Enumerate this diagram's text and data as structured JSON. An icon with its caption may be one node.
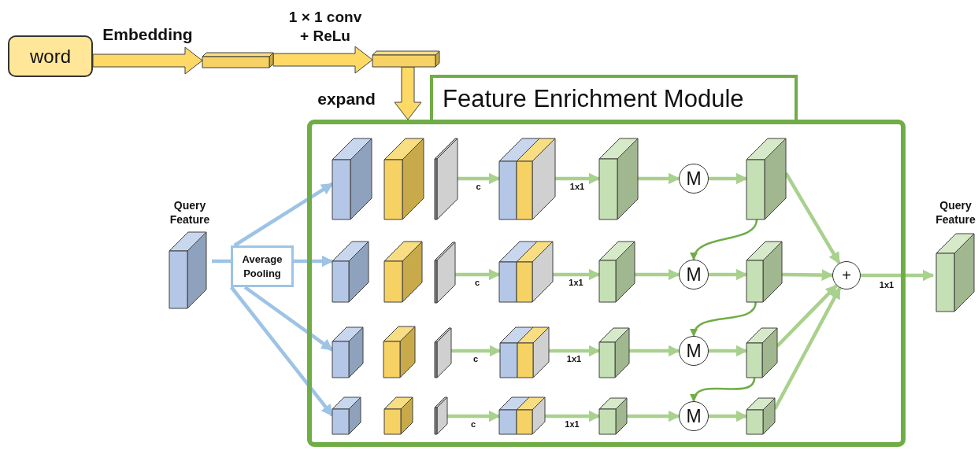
{
  "diagram": {
    "nodes": [
      {
        "text": [
          "word"
        ]
      },
      {
        "text": [],
        "shape": "bar"
      },
      {
        "text": [],
        "shape": "bar"
      },
      {
        "text": [
          "Feature Enrichment Module"
        ]
      },
      {
        "text": [
          "Query Feature"
        ]
      },
      {
        "text": [
          "Average Pooling"
        ]
      },
      {
        "text": [],
        "shape": "box",
        "in": 3
      },
      {
        "text": [],
        "shape": "box",
        "in": 3
      },
      {
        "text": [],
        "shape": "box",
        "in": 3
      },
      {
        "text": [],
        "shape": "box",
        "in": 3
      },
      {
        "text": [],
        "shape": "box",
        "in": 3
      },
      {
        "text": [
          "M"
        ],
        "in": 3
      },
      {
        "text": [],
        "shape": "box",
        "in": 3
      },
      {
        "text": [],
        "shape": "box",
        "in": 3
      },
      {
        "text": [],
        "shape": "box",
        "in": 3
      },
      {
        "text": [],
        "shape": "box",
        "in": 3
      },
      {
        "text": [],
        "shape": "box",
        "in": 3
      },
      {
        "text": [],
        "shape": "box",
        "in": 3
      },
      {
        "text": [
          "M"
        ],
        "in": 3
      },
      {
        "text": [],
        "shape": "box",
        "in": 3
      },
      {
        "text": [],
        "shape": "box",
        "in": 3
      },
      {
        "text": [],
        "shape": "box",
        "in": 3
      },
      {
        "text": [],
        "shape": "box",
        "in": 3
      },
      {
        "text": [],
        "shape": "box",
        "in": 3
      },
      {
        "text": [],
        "shape": "box",
        "in": 3
      },
      {
        "text": [
          "M"
        ],
        "in": 3
      },
      {
        "text": [],
        "shape": "box",
        "in": 3
      },
      {
        "text": [],
        "shape": "box",
        "in": 3
      },
      {
        "text": [],
        "shape": "box",
        "in": 3
      },
      {
        "text": [],
        "shape": "box",
        "in": 3
      },
      {
        "text": [],
        "shape": "box",
        "in": 3
      },
      {
        "text": [],
        "shape": "box",
        "in": 3
      },
      {
        "text": [
          "M"
        ],
        "in": 3
      },
      {
        "text": [],
        "shape": "box",
        "in": 3
      },
      {
        "text": [
          "+"
        ],
        "in": 3
      },
      {
        "text": [
          "Query Feature"
        ]
      }
    ],
    "edges": [
      {
        "from": 0,
        "to": 1,
        "arrow": "to",
        "label": "Embedding",
        "style": "thick",
        "color": "#ffd966"
      },
      {
        "from": 1,
        "to": 2,
        "arrow": "to",
        "label": "1 × 1 conv + ReLu",
        "style": "thick",
        "color": "#ffd966"
      },
      {
        "from": 2,
        "to": 3,
        "arrow": "to",
        "label": "expand",
        "style": "thick",
        "color": "#ffd966"
      },
      {
        "from": 4,
        "to": 5,
        "arrow": "none",
        "color": "#9dc3e6"
      },
      {
        "from": 5,
        "to": 6,
        "arrow": "to",
        "color": "#9dc3e6"
      },
      {
        "from": 5,
        "to": 13,
        "arrow": "to",
        "color": "#9dc3e6"
      },
      {
        "from": 5,
        "to": 20,
        "arrow": "to",
        "color": "#9dc3e6"
      },
      {
        "from": 5,
        "to": 27,
        "arrow": "to",
        "color": "#9dc3e6"
      },
      {
        "from": 8,
        "to": 9,
        "arrow": "to",
        "label": "c"
      },
      {
        "from": 9,
        "to": 10,
        "arrow": "to",
        "label": "1x1"
      },
      {
        "from": 10,
        "to": 11,
        "arrow": "to"
      },
      {
        "from": 11,
        "to": 12,
        "arrow": "to"
      },
      {
        "from": 15,
        "to": 16,
        "arrow": "to",
        "label": "c"
      },
      {
        "from": 16,
        "to": 17,
        "arrow": "to",
        "label": "1x1"
      },
      {
        "from": 17,
        "to": 18,
        "arrow": "to"
      },
      {
        "from": 18,
        "to": 19,
        "arrow": "to"
      },
      {
        "from": 22,
        "to": 23,
        "arrow": "to",
        "label": "c"
      },
      {
        "from": 23,
        "to": 24,
        "arrow": "to",
        "label": "1x1"
      },
      {
        "from": 24,
        "to": 25,
        "arrow": "to"
      },
      {
        "from": 25,
        "to": 26,
        "arrow": "to"
      },
      {
        "from": 29,
        "to": 30,
        "arrow": "to",
        "label": "c"
      },
      {
        "from": 30,
        "to": 31,
        "arrow": "to",
        "label": "1x1"
      },
      {
        "from": 31,
        "to": 32,
        "arrow": "to"
      },
      {
        "from": 32,
        "to": 33,
        "arrow": "to"
      },
      {
        "from": 12,
        "to": 18,
        "arrow": "to",
        "color": "#70ad47"
      },
      {
        "from": 19,
        "to": 25,
        "arrow": "to",
        "color": "#70ad47"
      },
      {
        "from": 26,
        "to": 32,
        "arrow": "to",
        "color": "#70ad47"
      },
      {
        "from": 12,
        "to": 34,
        "arrow": "to"
      },
      {
        "from": 19,
        "to": 34,
        "arrow": "to"
      },
      {
        "from": 26,
        "to": 34,
        "arrow": "to"
      },
      {
        "from": 33,
        "to": 34,
        "arrow": "to"
      },
      {
        "from": 34,
        "to": 35,
        "arrow": "to",
        "label": "1x1"
      }
    ]
  }
}
